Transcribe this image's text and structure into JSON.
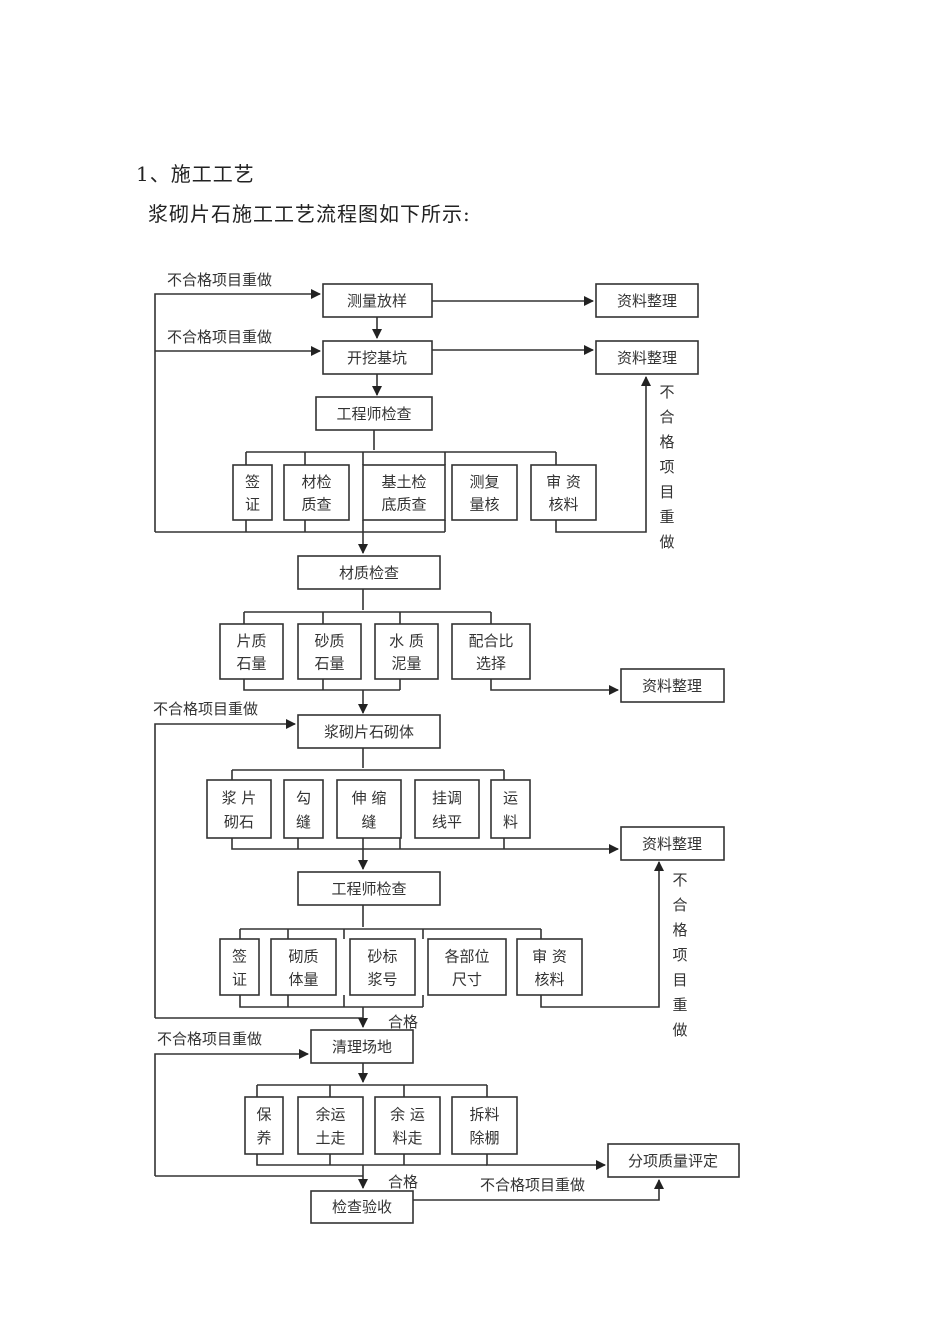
{
  "document": {
    "heading": "1、施工工艺",
    "intro": "浆砌片石施工工艺流程图如下所示:"
  },
  "flowchart": {
    "labels": {
      "redo": "不合格项目重做",
      "pass": "合格"
    },
    "main_steps": {
      "survey": "测量放样",
      "excavate": "开挖基坑",
      "engineer_check_1": "工程师检查",
      "material_check": "材质检查",
      "masonry": "浆砌片石砌体",
      "engineer_check_2": "工程师检查",
      "clean_site": "清理场地",
      "acceptance": "检查验收"
    },
    "records": {
      "records_1": "资料整理",
      "records_2": "资料整理",
      "records_3": "资料整理",
      "records_4": "资料整理",
      "quality_eval": "分项质量评定"
    },
    "group_1": [
      {
        "line1": "签",
        "line2": "证"
      },
      {
        "line1": "材检",
        "line2": "质查"
      },
      {
        "line1": "基土检",
        "line2": "底质查"
      },
      {
        "line1": "测复",
        "line2": "量核"
      },
      {
        "line1": "审 资",
        "line2": "核料"
      }
    ],
    "group_2": [
      {
        "line1": "片质",
        "line2": "石量"
      },
      {
        "line1": "砂质",
        "line2": "石量"
      },
      {
        "line1": "水 质",
        "line2": "泥量"
      },
      {
        "line1": "配合比",
        "line2": "选择"
      }
    ],
    "group_3": [
      {
        "line1": "浆 片",
        "line2": "砌石"
      },
      {
        "line1": "勾",
        "line2": "缝"
      },
      {
        "line1": "伸 缩",
        "line2": "缝"
      },
      {
        "line1": "挂调",
        "line2": "线平"
      },
      {
        "line1": "运",
        "line2": "料"
      }
    ],
    "group_4": [
      {
        "line1": "签",
        "line2": "证"
      },
      {
        "line1": "砌质",
        "line2": "体量"
      },
      {
        "line1": "砂标",
        "line2": "浆号"
      },
      {
        "line1": "各部位",
        "line2": "尺寸"
      },
      {
        "line1": "审 资",
        "line2": "核料"
      }
    ],
    "group_5": [
      {
        "line1": "保",
        "line2": "养"
      },
      {
        "line1": "余运",
        "line2": "土走"
      },
      {
        "line1": "余 运",
        "line2": "料走"
      },
      {
        "line1": "拆料",
        "line2": "除棚"
      }
    ],
    "vertical_redo": [
      "不",
      "合",
      "格",
      "项",
      "目",
      "重",
      "做"
    ]
  }
}
